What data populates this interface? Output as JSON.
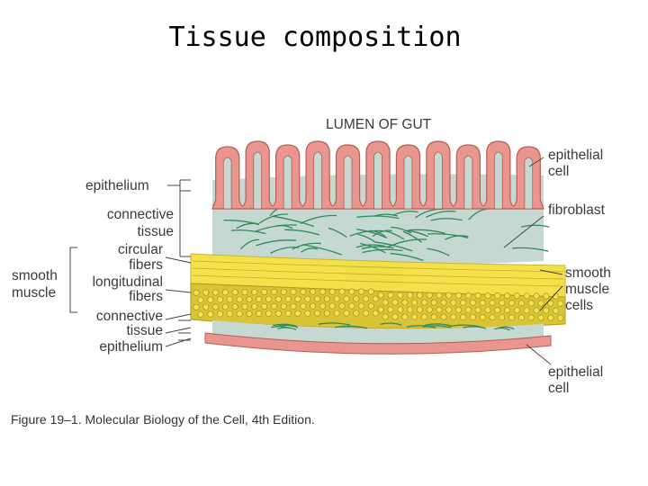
{
  "title": "Tissue composition",
  "figure": {
    "lumen_label": "LUMEN OF GUT",
    "left_labels": {
      "epithelium_top": "epithelium",
      "connective_tissue_top": [
        "connective",
        "tissue"
      ],
      "circular_fibers": [
        "circular",
        "fibers"
      ],
      "longitudinal_fibers": [
        "longitudinal",
        "fibers"
      ],
      "connective_tissue_bottom": [
        "connective",
        "tissue"
      ],
      "epithelium_bottom": "epithelium",
      "smooth_muscle": [
        "smooth",
        "muscle"
      ]
    },
    "right_labels": {
      "epithelial_cell_top": [
        "epithelial",
        "cell"
      ],
      "fibroblast": "fibroblast",
      "smooth_muscle_cells": [
        "smooth",
        "muscle",
        "cells"
      ],
      "epithelial_cell_bottom": [
        "epithelial",
        "cell"
      ]
    },
    "caption": "Figure 19–1. Molecular Biology of the Cell, 4th Edition.",
    "colors": {
      "epithelium": "#e8968e",
      "connective": "#c6d8d2",
      "fibers": "#2f8a5a",
      "muscle_light": "#f4e04a",
      "muscle_dark": "#d8c436"
    }
  }
}
